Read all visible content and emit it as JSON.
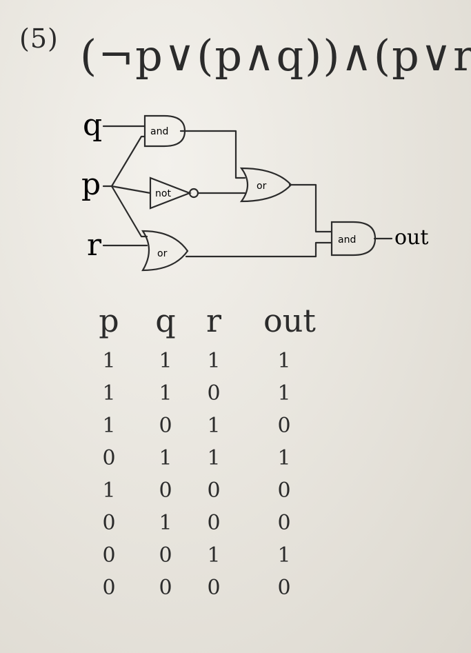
{
  "title": {
    "label": "(5)",
    "expression": "(¬p∨(p∧q))∧(p∨r)"
  },
  "diagram": {
    "inputs": [
      "q",
      "p",
      "r"
    ],
    "gates": [
      "and",
      "not",
      "or",
      "or",
      "and"
    ],
    "output": "out"
  },
  "table": {
    "headers": [
      "p",
      "q",
      "r",
      "out"
    ],
    "rows": [
      [
        "1",
        "1",
        "1",
        "1"
      ],
      [
        "1",
        "1",
        "0",
        "1"
      ],
      [
        "1",
        "0",
        "1",
        "0"
      ],
      [
        "0",
        "1",
        "1",
        "1"
      ],
      [
        "1",
        "0",
        "0",
        "0"
      ],
      [
        "0",
        "1",
        "0",
        "0"
      ],
      [
        "0",
        "0",
        "1",
        "1"
      ],
      [
        "0",
        "0",
        "0",
        "0"
      ]
    ]
  }
}
